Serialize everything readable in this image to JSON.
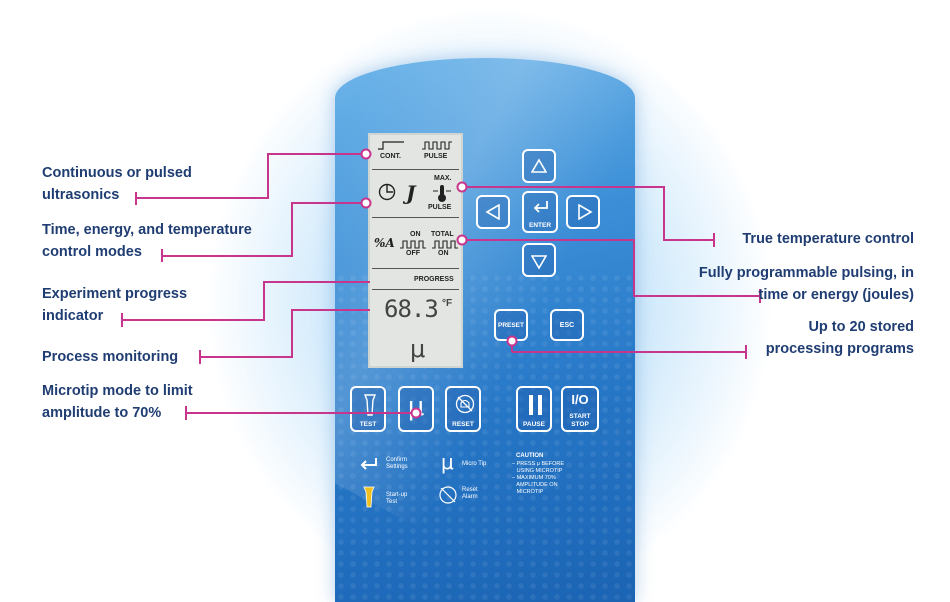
{
  "callouts": {
    "continuous": "Continuous or pulsed\nultrasonics",
    "modes": "Time, energy, and temperature\ncontrol modes",
    "progress": "Experiment progress\nindicator",
    "monitoring": "Process monitoring",
    "microtip": "Microtip mode to limit\namplitude to 70%",
    "temperature": "True temperature control",
    "pulsing": "Fully programmable pulsing, in\ntime or energy (joules)",
    "stored": "Up to 20 stored\nprocessing programs"
  },
  "lcd": {
    "cont": "CONT.",
    "pulse": "PULSE",
    "joule": "J",
    "max": "MAX.",
    "pulse2": "PULSE",
    "percent": "%A",
    "on": "ON",
    "off": "OFF",
    "total": "TOTAL",
    "on2": "ON",
    "progress": "PROGRESS",
    "temp": "68.3",
    "unit": "°F",
    "mu": "μ"
  },
  "keys": {
    "enter": "ENTER",
    "preset": "PRESET",
    "esc": "ESC",
    "test": "TEST",
    "reset": "RESET",
    "pause": "PAUSE",
    "io": "I/O",
    "start": "START",
    "stop": "STOP"
  },
  "legend": {
    "confirm": "Confirm\nSettings",
    "microtip": "Micro Tip",
    "reset": "Reset\nAlarm",
    "startup": "Start-up\nTest",
    "caution_title": "CAUTION",
    "caution_body": "– PRESS μ BEFORE\n   USING MICROTIP\n– MAXIMUM 70%\n   AMPLITUDE ON\n   MICROTIP"
  },
  "colors": {
    "leader": "#c8358c",
    "callout_text": "#1f3d72",
    "panel": "#2676c6"
  }
}
